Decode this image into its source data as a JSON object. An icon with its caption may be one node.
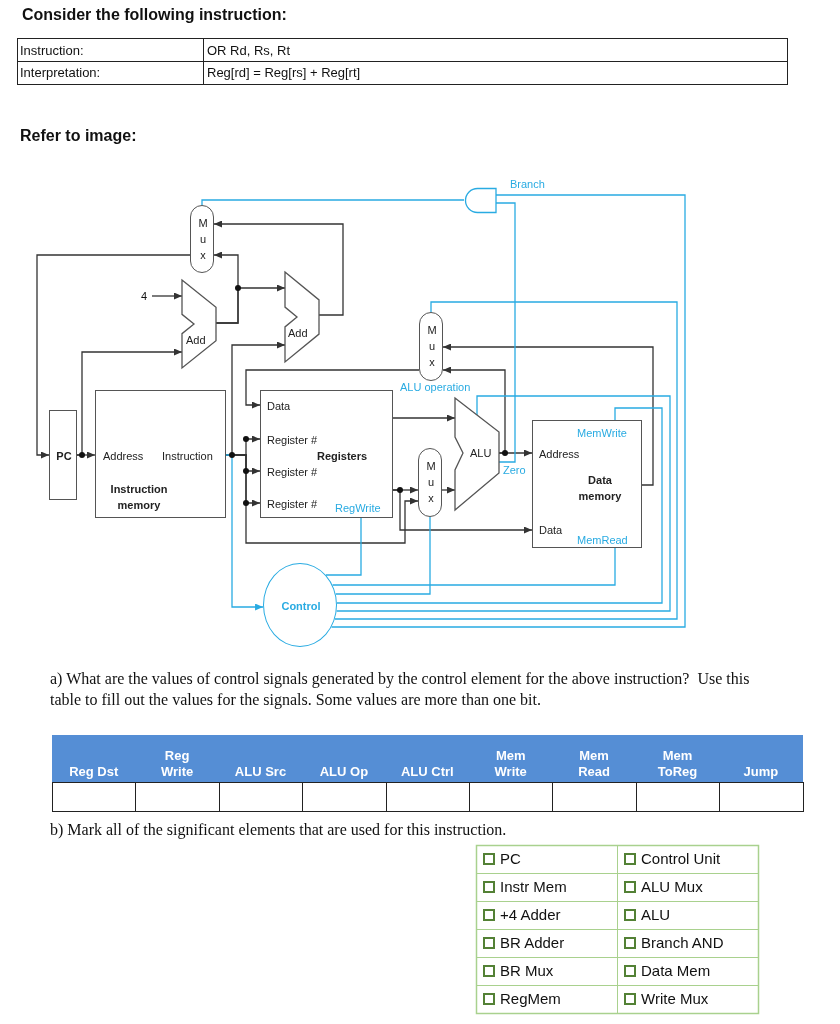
{
  "diagram": {
    "title": "Consider the following instruction:",
    "nodes": [
      {
        "text": [
          "PC"
        ]
      },
      {
        "text": [
          "Address",
          "Instruction",
          "Instruction memory"
        ]
      },
      {
        "text": [
          "M u x"
        ]
      },
      {
        "text": [
          "Add"
        ]
      },
      {
        "text": [
          "4"
        ]
      },
      {
        "text": [
          "Add"
        ]
      },
      {
        "text": [
          "Data",
          "Register #",
          "Registers",
          "Register #",
          "Register #",
          "RegWrite"
        ]
      },
      {
        "text": [
          "M u x"
        ]
      },
      {
        "text": [
          "M u x"
        ]
      },
      {
        "text": [
          "ALU"
        ]
      },
      {
        "text": [
          "MemWrite",
          "Address",
          "Data memory",
          "Data",
          "MemRead"
        ]
      },
      {
        "text": [],
        "shape": "gate"
      },
      {
        "text": [
          "Control"
        ]
      }
    ],
    "edges": [
      {
        "from": 2,
        "to": 0,
        "arrow": "to"
      },
      {
        "from": 0,
        "to": 1,
        "arrow": "to"
      },
      {
        "from": 0,
        "to": 3,
        "arrow": "to"
      },
      {
        "from": 4,
        "to": 3,
        "arrow": "to"
      },
      {
        "from": 3,
        "to": 2,
        "arrow": "to"
      },
      {
        "from": 3,
        "to": 5,
        "arrow": "to"
      },
      {
        "from": 5,
        "to": 2,
        "arrow": "to"
      },
      {
        "from": 1,
        "to": 5,
        "arrow": "to"
      },
      {
        "from": 1,
        "to": 6,
        "arrow": "to"
      },
      {
        "from": 1,
        "to": 6,
        "arrow": "to"
      },
      {
        "from": 1,
        "to": 6,
        "arrow": "to"
      },
      {
        "from": 1,
        "to": 7,
        "arrow": "to"
      },
      {
        "from": 1,
        "to": 12,
        "arrow": "to",
        "color": "#29abe2"
      },
      {
        "from": 8,
        "to": 6,
        "arrow": "to"
      },
      {
        "from": 6,
        "to": 9,
        "arrow": "to"
      },
      {
        "from": 6,
        "to": 7,
        "arrow": "to"
      },
      {
        "from": 6,
        "to": 10,
        "arrow": "to"
      },
      {
        "from": 7,
        "to": 9,
        "arrow": "to"
      },
      {
        "from": 9,
        "to": 10,
        "arrow": "to"
      },
      {
        "from": 9,
        "to": 8,
        "arrow": "to"
      },
      {
        "from": 10,
        "to": 8,
        "arrow": "to"
      },
      {
        "from": 9,
        "to": 11,
        "arrow": "none",
        "label": "Zero",
        "color": "#29abe2"
      },
      {
        "from": 11,
        "to": 2,
        "arrow": "none",
        "color": "#29abe2"
      },
      {
        "from": 12,
        "to": 6,
        "arrow": "none",
        "color": "#29abe2"
      },
      {
        "from": 12,
        "to": 7,
        "arrow": "none",
        "color": "#29abe2"
      },
      {
        "from": 12,
        "to": 10,
        "arrow": "none",
        "color": "#29abe2"
      },
      {
        "from": 12,
        "to": 10,
        "arrow": "none",
        "color": "#29abe2"
      },
      {
        "from": 12,
        "to": 9,
        "arrow": "none",
        "label": "ALU operation",
        "color": "#29abe2"
      },
      {
        "from": 12,
        "to": 8,
        "arrow": "none",
        "color": "#29abe2"
      },
      {
        "from": 12,
        "to": 11,
        "arrow": "none",
        "label": "Branch",
        "color": "#29abe2"
      }
    ],
    "labels": [
      "Instruction:",
      "OR Rd, Rs, Rt",
      "Interpretation:",
      "Reg[rd] = Reg[rs] + Reg[rt]",
      "Refer to image:",
      "a) What are the values of control signals generated by the control element for the above instruction?  Use this table to fill out the values for the signals. Some values are more than one bit.",
      "Reg Dst",
      "Reg Write",
      "ALU Src",
      "ALU Op",
      "ALU Ctrl",
      "Mem Write",
      "Mem Read",
      "Mem ToReg",
      "Jump",
      "b) Mark all of the significant elements that are used for this instruction.",
      "PC",
      "Control Unit",
      "Instr Mem",
      "ALU Mux",
      "+4 Adder",
      "ALU",
      "BR Adder",
      "Branch AND",
      "BR Mux",
      "Data Mem",
      "RegMem",
      "Write Mux"
    ]
  }
}
